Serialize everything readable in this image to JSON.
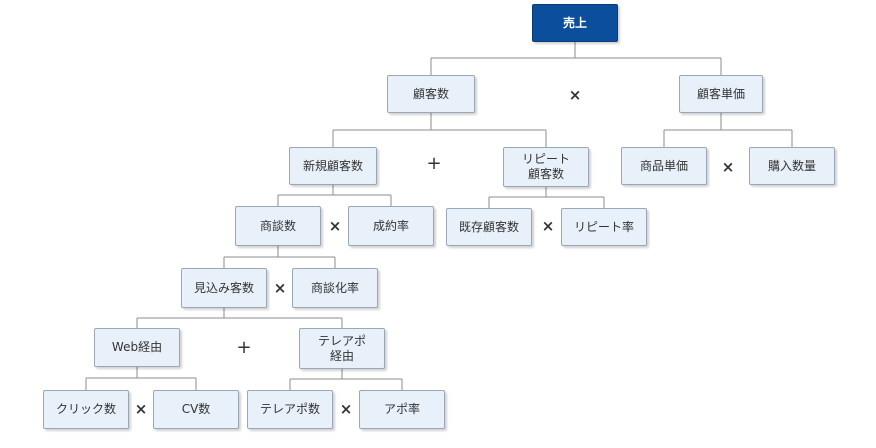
{
  "nodes": {
    "uriage": "売上",
    "kokyakusu": "顧客数",
    "kokyaku_tanka": "顧客単価",
    "shinki_kokyakusu": "新規顧客数",
    "repeat_kokyakusu": "リピート\n顧客数",
    "shohin_tanka": "商品単価",
    "konyu_suryo": "購入数量",
    "shodansu": "商談数",
    "seiyakuritsu": "成約率",
    "kizon_kokyakusu": "既存顧客数",
    "repeat_ritsu": "リピート率",
    "mikomi_kyakusu": "見込み客数",
    "shodanka_ritsu": "商談化率",
    "web_keiyu": "Web経由",
    "teleapo_keiyu": "テレアポ\n経由",
    "click_su": "クリック数",
    "cv_su": "CV数",
    "teleapo_su": "テレアポ数",
    "apo_ritsu": "アポ率"
  },
  "operators": {
    "times": "×",
    "plus": "+"
  },
  "colors": {
    "root_fill": "#0b4e9c",
    "node_fill": "#e8f0fa",
    "node_border": "#9aa7b4",
    "connector": "#8c8c8c"
  }
}
